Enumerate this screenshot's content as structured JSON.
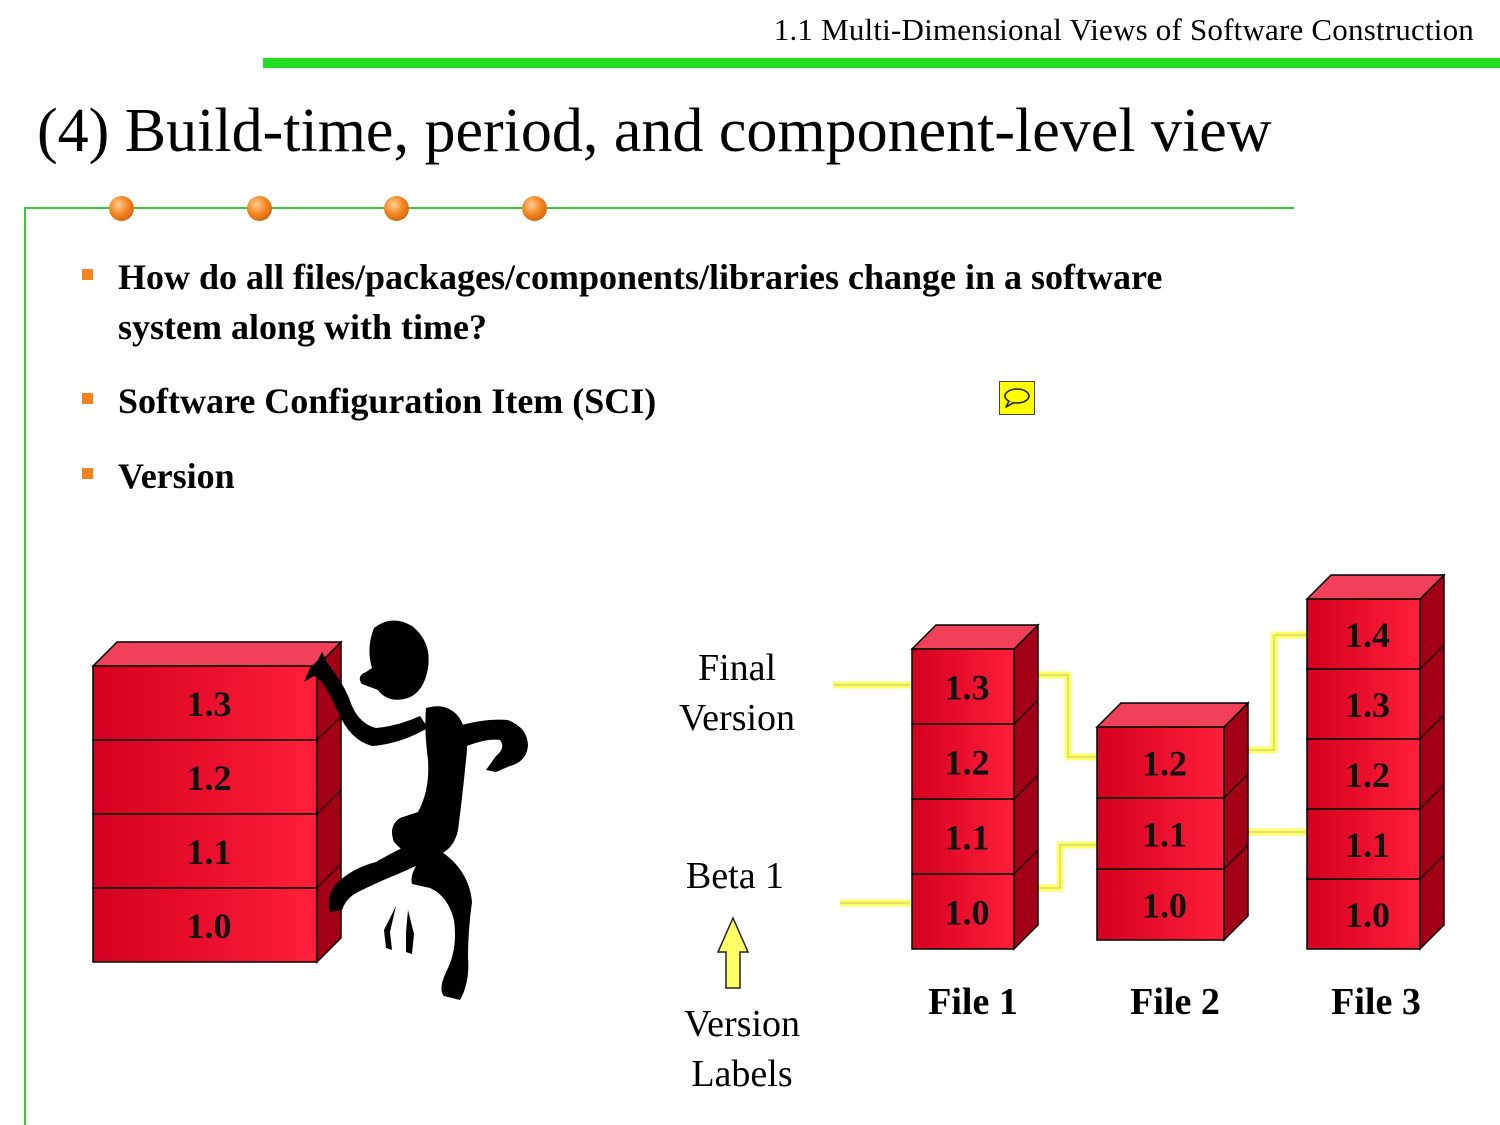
{
  "header": {
    "course_section": "1.1 Multi-Dimensional Views of Software Construction"
  },
  "slide": {
    "title": "(4) Build-time, period, and component-level view"
  },
  "bullets": [
    "How do all files/packages/components/libraries change in a software system along with time?",
    "Software Configuration Item (SCI)",
    "Version"
  ],
  "comment_icon": "speech-bubble-icon",
  "figure": {
    "left_stack_versions": [
      "1.3",
      "1.2",
      "1.1",
      "1.0"
    ],
    "final_version_label": "Final Version",
    "beta_label": "Beta 1",
    "version_labels_caption": "Version Labels",
    "files": [
      {
        "name": "File 1",
        "versions": [
          "1.3",
          "1.2",
          "1.1",
          "1.0"
        ]
      },
      {
        "name": "File 2",
        "versions": [
          "1.2",
          "1.1",
          "1.0"
        ]
      },
      {
        "name": "File 3",
        "versions": [
          "1.4",
          "1.3",
          "1.2",
          "1.1",
          "1.0"
        ]
      }
    ]
  },
  "colors": {
    "accent_green": "#22dd22",
    "bullet_orange": "#f4821f",
    "block_red": "#e00028",
    "label_line_yellow": "#ffff66"
  }
}
